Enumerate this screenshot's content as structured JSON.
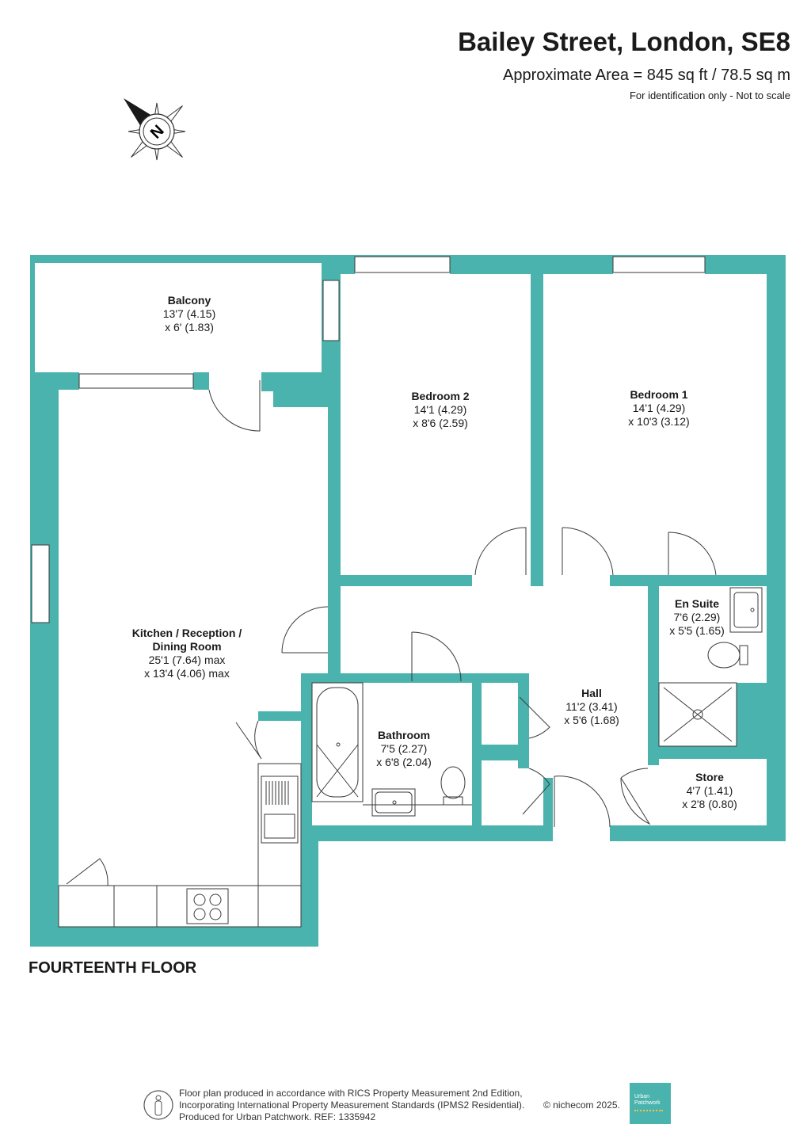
{
  "header": {
    "title": "Bailey Street, London, SE8",
    "area": "Approximate Area = 845 sq ft / 78.5 sq m",
    "note": "For identification only - Not to scale"
  },
  "compass": {
    "letter": "N"
  },
  "rooms": {
    "balcony": {
      "name": "Balcony",
      "dim1": "13'7 (4.15)",
      "dim2": "x 6' (1.83)"
    },
    "bedroom2": {
      "name": "Bedroom 2",
      "dim1": "14'1 (4.29)",
      "dim2": "x 8'6 (2.59)"
    },
    "bedroom1": {
      "name": "Bedroom 1",
      "dim1": "14'1 (4.29)",
      "dim2": "x 10'3 (3.12)"
    },
    "kitchen": {
      "name1": "Kitchen / Reception /",
      "name2": "Dining Room",
      "dim1": "25'1 (7.64) max",
      "dim2": "x 13'4 (4.06) max"
    },
    "ensuite": {
      "name": "En Suite",
      "dim1": "7'6 (2.29)",
      "dim2": "x 5'5 (1.65)"
    },
    "hall": {
      "name": "Hall",
      "dim1": "11'2 (3.41)",
      "dim2": "x 5'6 (1.68)"
    },
    "bathroom": {
      "name": "Bathroom",
      "dim1": "7'5 (2.27)",
      "dim2": "x 6'8 (2.04)"
    },
    "store": {
      "name": "Store",
      "dim1": "4'7 (1.41)",
      "dim2": "x 2'8 (0.80)"
    }
  },
  "floor_label": "FOURTEENTH FLOOR",
  "footer": {
    "line1": "Floor plan produced in accordance with RICS Property Measurement 2nd Edition,",
    "line2": "Incorporating International Property Measurement Standards (IPMS2 Residential).",
    "line3": "Produced for Urban Patchwork.   REF:  1335942",
    "copyright": "© nichecom 2025."
  },
  "logo": {
    "line1": "Urban",
    "line2": "Patchwork"
  },
  "colors": {
    "wall": "#4bb3ad",
    "line": "#3a3a3a",
    "text": "#1a1a1a"
  }
}
